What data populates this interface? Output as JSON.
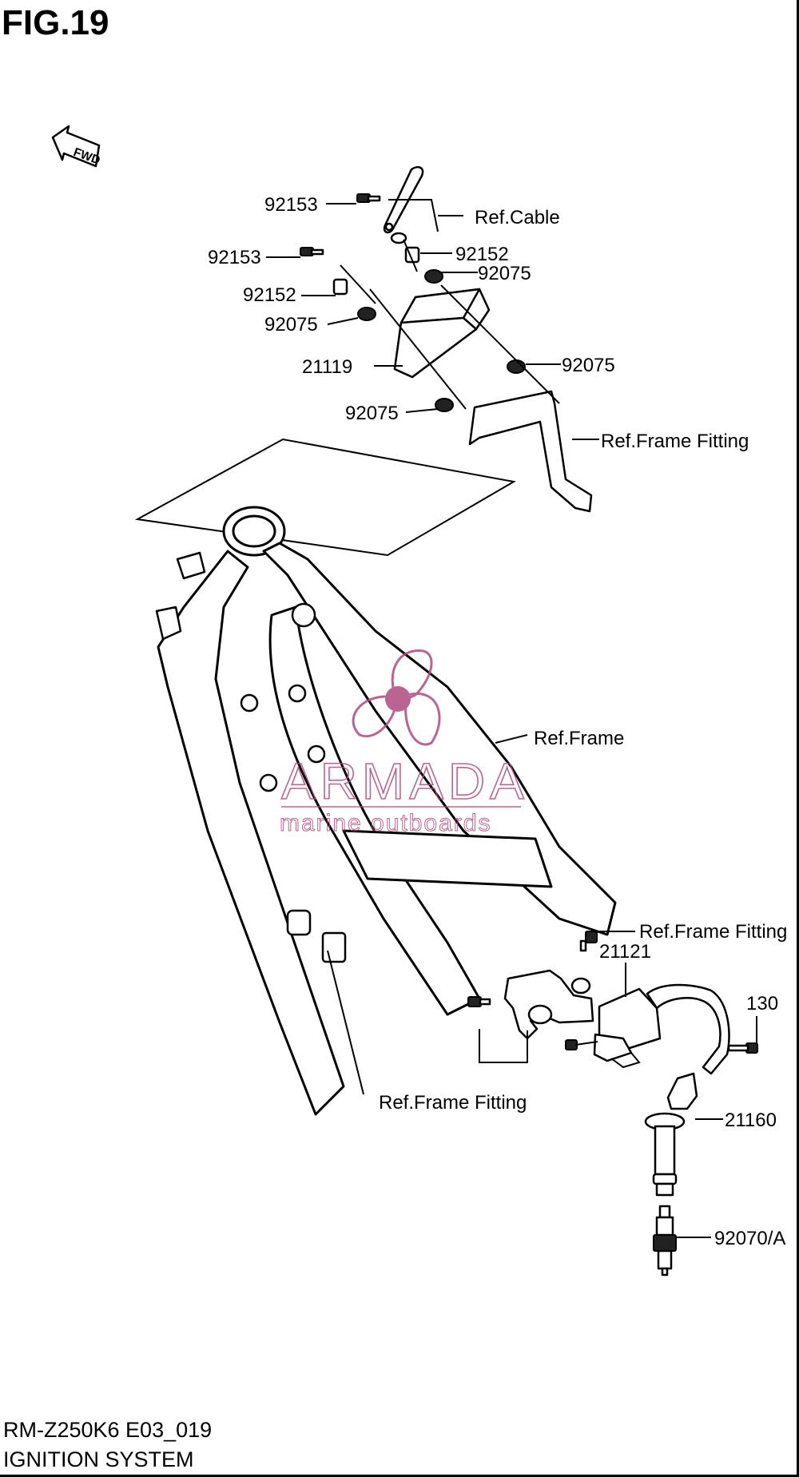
{
  "figure": {
    "title": "FIG.19",
    "model_code": "RM-Z250K6 E03_019",
    "system_name": "IGNITION SYSTEM",
    "fwd_label": "FWD"
  },
  "parts": [
    {
      "id": "92153-a",
      "number": "92153"
    },
    {
      "id": "92153-b",
      "number": "92153"
    },
    {
      "id": "92152-a",
      "number": "92152"
    },
    {
      "id": "92152-b",
      "number": "92152"
    },
    {
      "id": "92075-a",
      "number": "92075"
    },
    {
      "id": "92075-b",
      "number": "92075"
    },
    {
      "id": "92075-c",
      "number": "92075"
    },
    {
      "id": "92075-d",
      "number": "92075"
    },
    {
      "id": "21119",
      "number": "21119"
    },
    {
      "id": "21121",
      "number": "21121"
    },
    {
      "id": "130",
      "number": "130"
    },
    {
      "id": "21160",
      "number": "21160"
    },
    {
      "id": "92070A",
      "number": "92070/A"
    }
  ],
  "references": [
    {
      "id": "ref-cable",
      "text": "Ref.Cable"
    },
    {
      "id": "ref-frame-fitting-top",
      "text": "Ref.Frame Fitting"
    },
    {
      "id": "ref-frame",
      "text": "Ref.Frame"
    },
    {
      "id": "ref-frame-fitting-right",
      "text": "Ref.Frame Fitting"
    },
    {
      "id": "ref-frame-fitting-bottom",
      "text": "Ref.Frame Fitting"
    }
  ],
  "watermark": {
    "brand": "ARMADA",
    "tagline": "marine outboards",
    "color": "#b04a7e"
  }
}
